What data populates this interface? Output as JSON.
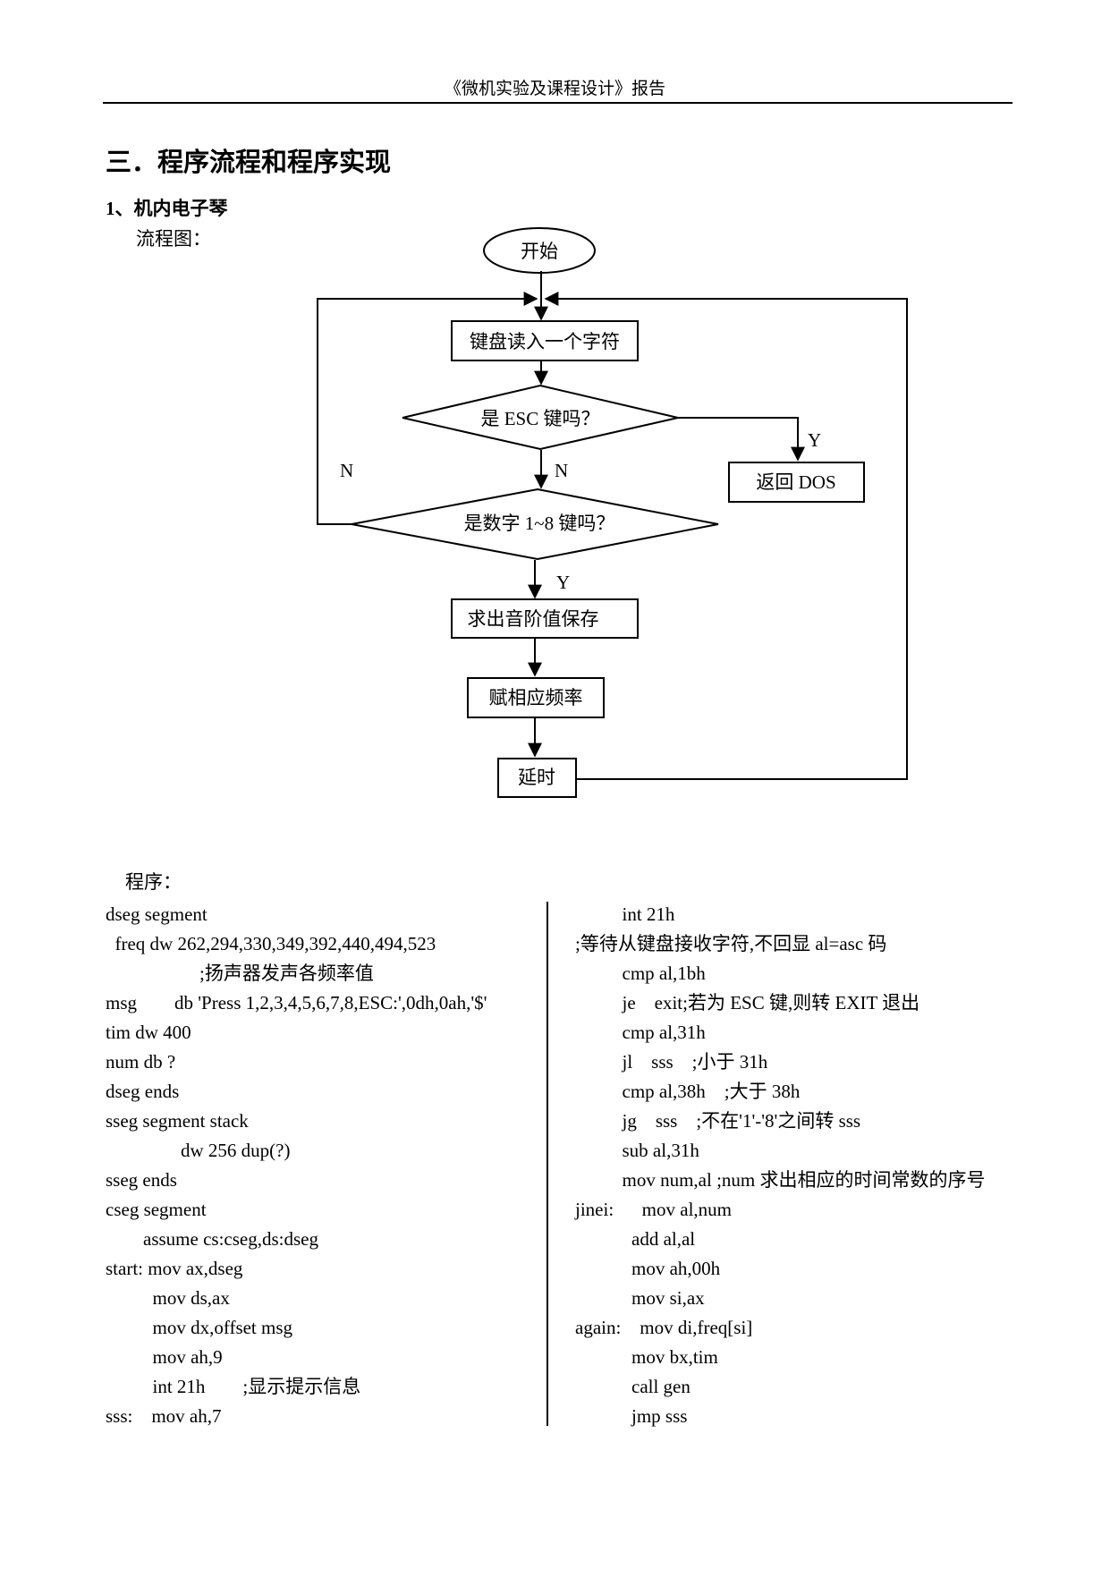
{
  "header": {
    "title": "《微机实验及课程设计》报告"
  },
  "section": {
    "title": "三．程序流程和程序实现",
    "subtitle": "1、机内电子琴",
    "flow_label": "流程图：",
    "program_label": "程序："
  },
  "flowchart": {
    "start": "开始",
    "read_key": "键盘读入一个字符",
    "is_esc": "是 ESC 键吗？",
    "return_dos": "返回 DOS",
    "is_digit": "是数字 1~8 键吗？",
    "calc_scale": "求出音阶值保存",
    "assign_freq": "赋相应频率",
    "delay": "延时",
    "yes_1": "Y",
    "no_1": "N",
    "no_2": "N",
    "yes_2": "Y"
  },
  "code": {
    "left": [
      "dseg segment",
      "  freq dw 262,294,330,349,392,440,494,523",
      "                    ;扬声器发声各频率值",
      "msg        db 'Press 1,2,3,4,5,6,7,8,ESC:',0dh,0ah,'$'",
      "tim dw 400",
      "num db ?",
      "dseg ends",
      "sseg segment stack",
      "                dw 256 dup(?)",
      "sseg ends",
      "cseg segment",
      "        assume cs:cseg,ds:dseg",
      "start: mov ax,dseg",
      "          mov ds,ax",
      "          mov dx,offset msg",
      "          mov ah,9",
      "          int 21h        ;显示提示信息",
      "sss:    mov ah,7"
    ],
    "right": [
      "          int 21h",
      ";等待从键盘接收字符,不回显 al=asc 码",
      "          cmp al,1bh",
      "          je    exit;若为 ESC 键,则转 EXIT 退出",
      "          cmp al,31h",
      "          jl    sss    ;小于 31h",
      "          cmp al,38h    ;大于 38h",
      "          jg    sss    ;不在'1'-'8'之间转 sss",
      "          sub al,31h",
      "          mov num,al ;num 求出相应的时间常数的序号",
      "jinei:      mov al,num",
      "            add al,al",
      "            mov ah,00h",
      "            mov si,ax",
      "again:    mov di,freq[si]",
      "            mov bx,tim",
      "            call gen",
      "            jmp sss"
    ]
  }
}
